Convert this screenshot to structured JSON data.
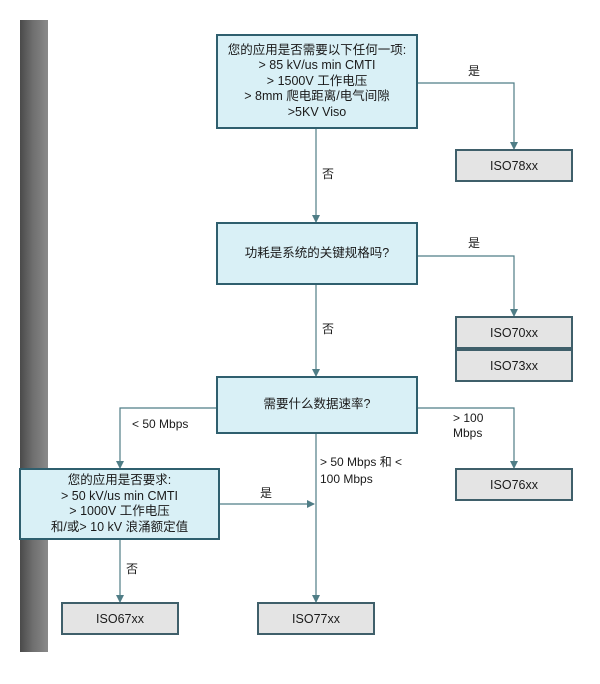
{
  "q1": {
    "lines": [
      "您的应用是否需要以下任何一项:",
      "> 85 kV/us min CMTI",
      "> 1500V 工作电压",
      "> 8mm 爬电距离/电气间隙",
      ">5KV Viso"
    ]
  },
  "q2": {
    "text": "功耗是系统的关键规格吗?"
  },
  "q3": {
    "text": "需要什么数据速率?"
  },
  "q4": {
    "lines": [
      "您的应用是否要求:",
      "> 50 kV/us min CMTI",
      "> 1000V 工作电压",
      "和/或> 10 kV 浪涌额定值"
    ]
  },
  "results": {
    "iso78": "ISO78xx",
    "iso70": "ISO70xx",
    "iso73": "ISO73xx",
    "iso76": "ISO76xx",
    "iso67": "ISO67xx",
    "iso77": "ISO77xx"
  },
  "labels": {
    "q1_yes": "是",
    "q1_no": "否",
    "q2_yes": "是",
    "q2_no": "否",
    "q3_low": "< 50 Mbps",
    "q3_mid_1": "> 50 Mbps 和 <",
    "q3_mid_2": "100 Mbps",
    "q3_high_1": "> 100",
    "q3_high_2": "Mbps",
    "q4_yes": "是",
    "q4_no": "否"
  },
  "colors": {
    "question_fill": "#d9f0f6",
    "result_fill": "#e4e4e4",
    "border": "#2f5f6e",
    "connector": "#4f7d86"
  }
}
